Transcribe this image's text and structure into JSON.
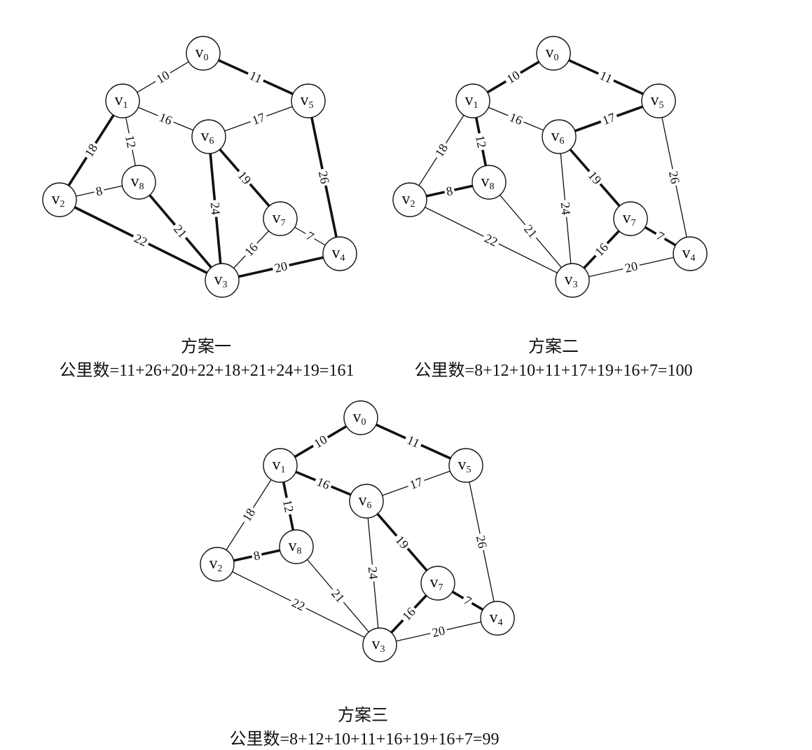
{
  "nodes": [
    {
      "id": "v0",
      "base": "v",
      "sub": "0"
    },
    {
      "id": "v1",
      "base": "v",
      "sub": "1"
    },
    {
      "id": "v2",
      "base": "v",
      "sub": "2"
    },
    {
      "id": "v3",
      "base": "v",
      "sub": "3"
    },
    {
      "id": "v4",
      "base": "v",
      "sub": "4"
    },
    {
      "id": "v5",
      "base": "v",
      "sub": "5"
    },
    {
      "id": "v6",
      "base": "v",
      "sub": "6"
    },
    {
      "id": "v7",
      "base": "v",
      "sub": "7"
    },
    {
      "id": "v8",
      "base": "v",
      "sub": "8"
    }
  ],
  "edges": [
    {
      "a": "v0",
      "b": "v1",
      "w": "10"
    },
    {
      "a": "v0",
      "b": "v5",
      "w": "11"
    },
    {
      "a": "v1",
      "b": "v6",
      "w": "16"
    },
    {
      "a": "v6",
      "b": "v5",
      "w": "17"
    },
    {
      "a": "v1",
      "b": "v2",
      "w": "18"
    },
    {
      "a": "v1",
      "b": "v8",
      "w": "12"
    },
    {
      "a": "v2",
      "b": "v8",
      "w": "8"
    },
    {
      "a": "v2",
      "b": "v3",
      "w": "22"
    },
    {
      "a": "v8",
      "b": "v3",
      "w": "21"
    },
    {
      "a": "v6",
      "b": "v3",
      "w": "24"
    },
    {
      "a": "v6",
      "b": "v7",
      "w": "19"
    },
    {
      "a": "v7",
      "b": "v3",
      "w": "16"
    },
    {
      "a": "v7",
      "b": "v4",
      "w": "7"
    },
    {
      "a": "v3",
      "b": "v4",
      "w": "20"
    },
    {
      "a": "v5",
      "b": "v4",
      "w": "26"
    }
  ],
  "plans": [
    {
      "title": "方案一",
      "formula": "公里数=11+26+20+22+18+21+24+19=161",
      "bold": [
        "v0-v5",
        "v5-v4",
        "v3-v4",
        "v2-v3",
        "v1-v2",
        "v8-v3",
        "v6-v3",
        "v6-v7"
      ]
    },
    {
      "title": "方案二",
      "formula": "公里数=8+12+10+11+17+19+16+7=100",
      "bold": [
        "v2-v8",
        "v1-v8",
        "v0-v1",
        "v0-v5",
        "v6-v5",
        "v6-v7",
        "v7-v3",
        "v7-v4"
      ]
    },
    {
      "title": "方案三",
      "formula": "公里数=8+12+10+11+16+19+16+7=99",
      "bold": [
        "v2-v8",
        "v1-v8",
        "v0-v1",
        "v0-v5",
        "v1-v6",
        "v6-v7",
        "v7-v3",
        "v7-v4"
      ]
    }
  ]
}
